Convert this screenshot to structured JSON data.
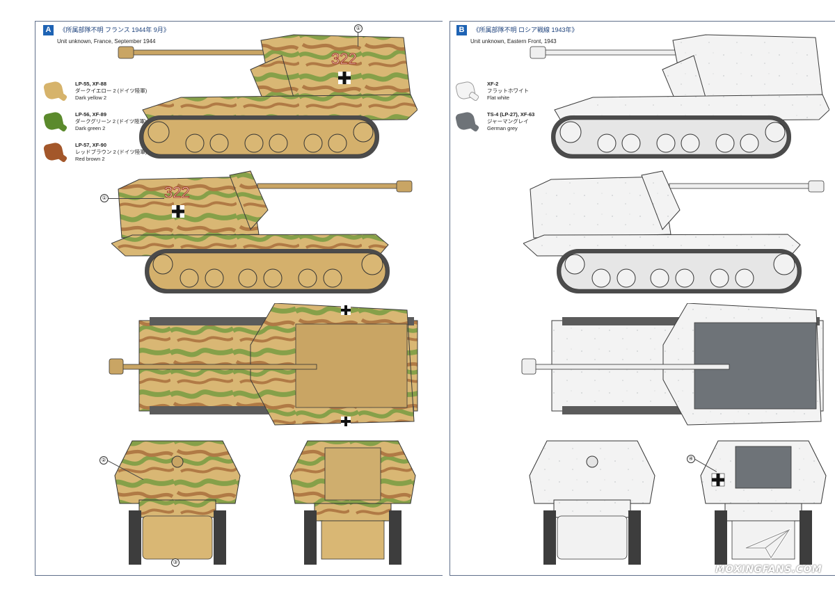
{
  "scheme_a": {
    "badge": "A",
    "title_jp": "《所属部隊不明 フランス 1944年 9月》",
    "title_en": "Unit unknown, France, September 1944",
    "marking": "322",
    "colors": [
      {
        "code": "LP-55, XF-88",
        "jp": "ダークイエロー 2 (ドイツ陸軍)",
        "en": "Dark yellow 2",
        "hex": "#d6b36b"
      },
      {
        "code": "LP-56, XF-89",
        "jp": "ダークグリーン 2 (ドイツ陸軍)",
        "en": "Dark green 2",
        "hex": "#5b8a2c"
      },
      {
        "code": "LP-57, XF-90",
        "jp": "レッドブラウン 2 (ドイツ陸軍)",
        "en": "Red brown 2",
        "hex": "#a3572a"
      }
    ]
  },
  "scheme_b": {
    "badge": "B",
    "title_jp": "《所属部隊不明 ロシア戦線 1943年》",
    "title_en": "Unit unknown, Eastern Front, 1943",
    "colors": [
      {
        "code": "XF-2",
        "jp": "フラットホワイト",
        "en": "Flat white",
        "hex": "#f4f4f4"
      },
      {
        "code": "TS-4 (LP-27), XF-63",
        "jp": "ジャーマングレイ",
        "en": "German grey",
        "hex": "#6e7378"
      }
    ]
  },
  "callouts": {
    "c1": "①",
    "c2": "②",
    "c3": "③",
    "c4": "④"
  },
  "watermark": "MOXINGFANS.COM",
  "palette": {
    "camo_yellow": "#d9b774",
    "camo_green": "#86a049",
    "camo_brown": "#b07a45",
    "white_paint": "#f2f2f2",
    "grey": "#666b70",
    "title_blue": "#1e63b4"
  }
}
